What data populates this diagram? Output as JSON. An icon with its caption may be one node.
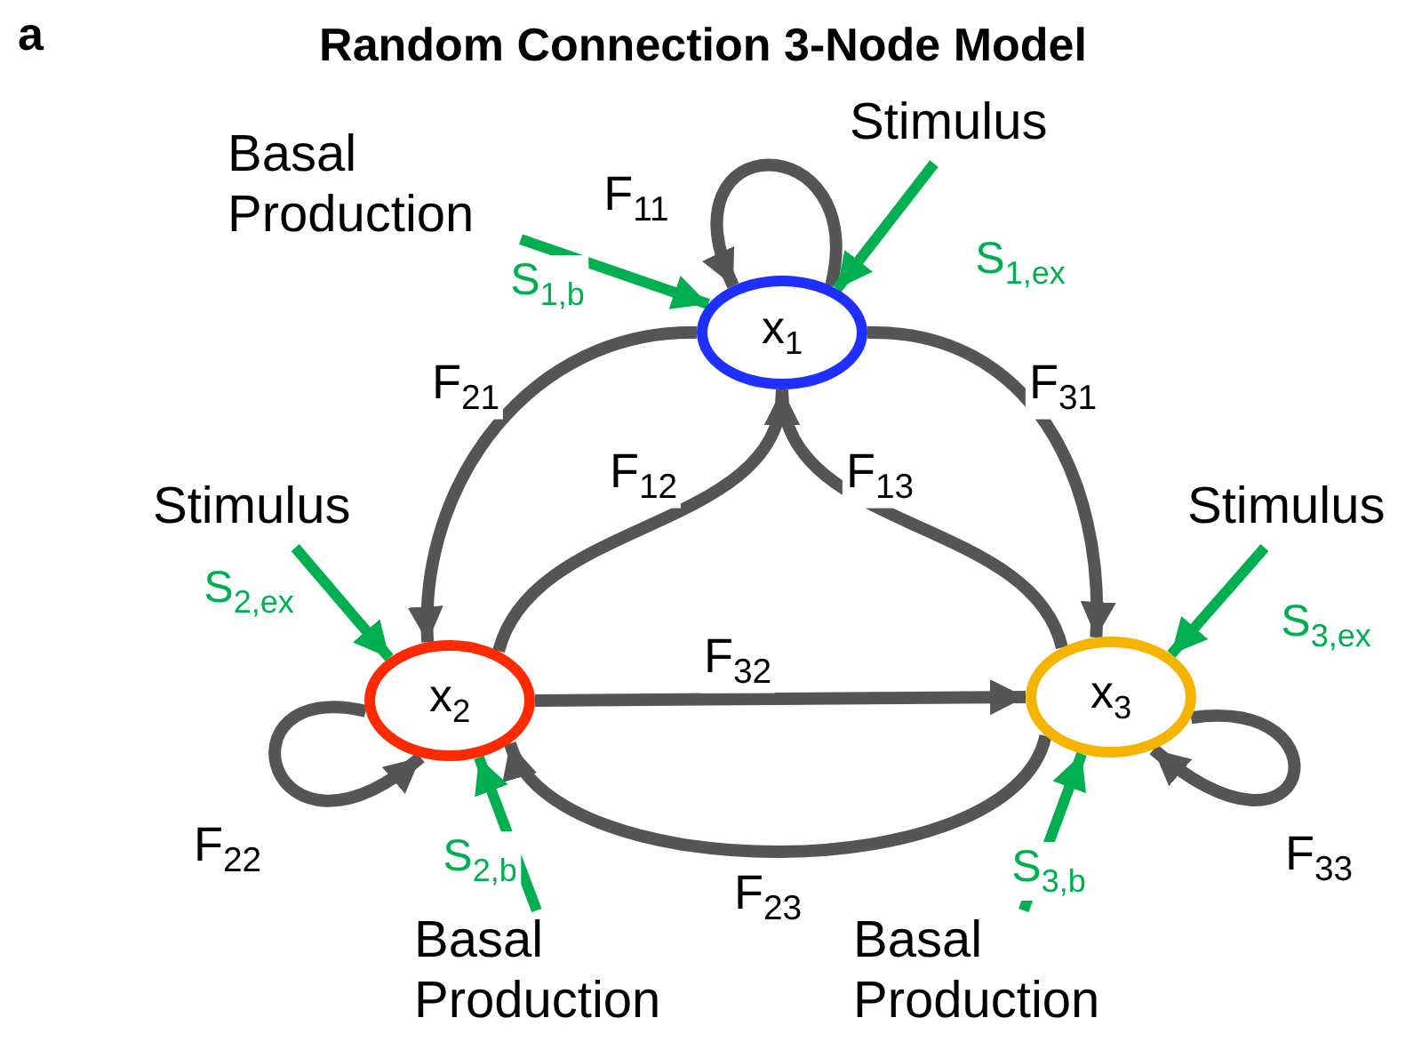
{
  "diagram": {
    "title": "Random Connection 3-Node Model",
    "nodes": [
      {
        "text": [
          "x$_{1}$"
        ]
      },
      {
        "text": [
          "x$_{2}$"
        ]
      },
      {
        "text": [
          "x$_{3}$"
        ]
      },
      {
        "text": [
          "Basal Production"
        ]
      },
      {
        "text": [
          "Stimulus"
        ]
      },
      {
        "text": [
          "Stimulus"
        ]
      },
      {
        "text": [
          "Stimulus"
        ]
      },
      {
        "text": [
          "Basal Production"
        ]
      },
      {
        "text": [
          "Basal Production"
        ]
      }
    ],
    "edges": [
      {
        "from": 0,
        "to": 0,
        "arrow": "to",
        "label": "F$_{11}$"
      },
      {
        "from": 0,
        "to": 1,
        "arrow": "to",
        "label": "F$_{21}$"
      },
      {
        "from": 0,
        "to": 2,
        "arrow": "to",
        "label": "F$_{31}$"
      },
      {
        "from": 1,
        "to": 0,
        "arrow": "to",
        "label": "F$_{12}$"
      },
      {
        "from": 2,
        "to": 0,
        "arrow": "to",
        "label": "F$_{13}$"
      },
      {
        "from": 1,
        "to": 2,
        "arrow": "to",
        "label": "F$_{32}$"
      },
      {
        "from": 2,
        "to": 1,
        "arrow": "to",
        "label": "F$_{23}$"
      },
      {
        "from": 1,
        "to": 1,
        "arrow": "to",
        "label": "F$_{22}$"
      },
      {
        "from": 2,
        "to": 2,
        "arrow": "to",
        "label": "F$_{33}$"
      },
      {
        "from": 3,
        "to": 0,
        "arrow": "to",
        "label": "S$_{1,b}$",
        "color": "#00b050"
      },
      {
        "from": 4,
        "to": 0,
        "arrow": "to",
        "label": "S$_{1,ex}$",
        "color": "#00b050"
      },
      {
        "from": 5,
        "to": 1,
        "arrow": "to",
        "label": "S$_{2,ex}$",
        "color": "#00b050"
      },
      {
        "from": 6,
        "to": 2,
        "arrow": "to",
        "label": "S$_{3,ex}$",
        "color": "#00b050"
      },
      {
        "from": 7,
        "to": 1,
        "arrow": "to",
        "label": "S$_{2,b}$",
        "color": "#00b050"
      },
      {
        "from": 8,
        "to": 2,
        "arrow": "to",
        "label": "S$_{3,b}$",
        "color": "#00b050"
      }
    ],
    "labels": [
      "a"
    ]
  }
}
